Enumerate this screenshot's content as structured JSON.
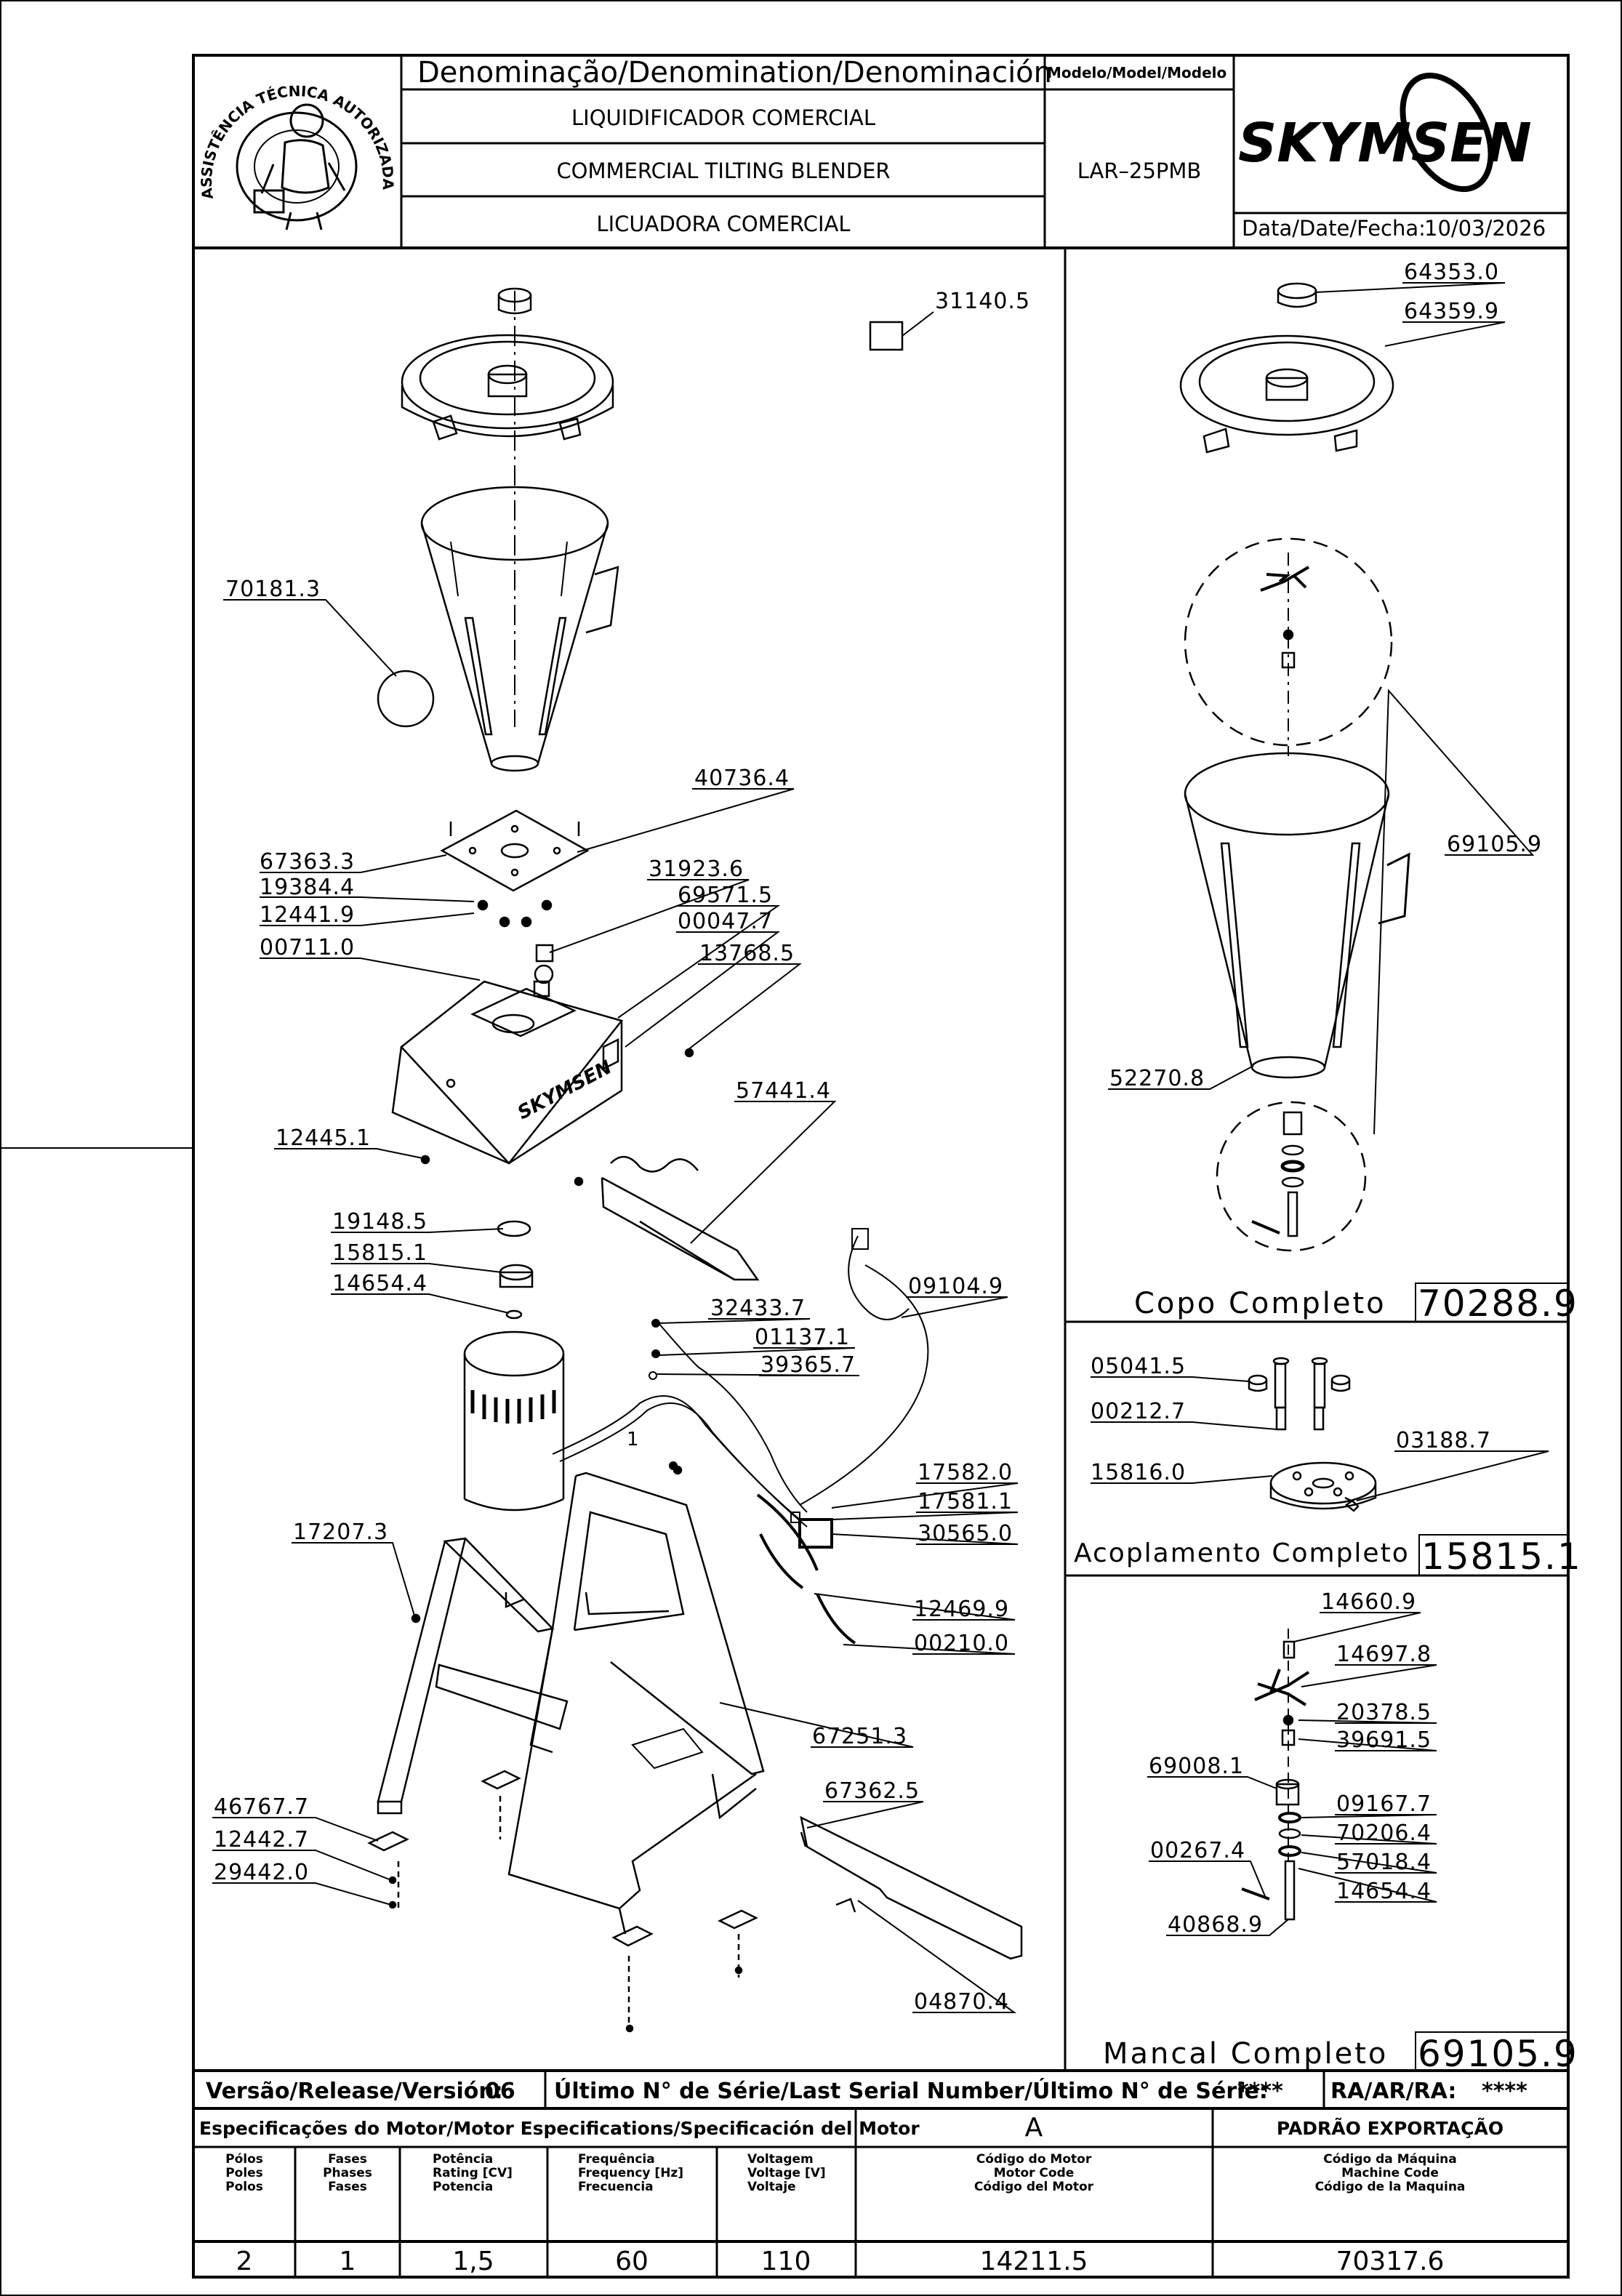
{
  "header": {
    "denomination_label": "Denominação/Denomination/Denominación",
    "model_label": "Modelo/Model/Modelo",
    "name_pt": "LIQUIDIFICADOR  COMERCIAL",
    "name_en": "COMMERCIAL  TILTING  BLENDER",
    "name_es": "LICUADORA  COMERCIAL",
    "model": "LAR–25PMB",
    "brand": "SKYMSEN",
    "date_label": "Data/Date/Fecha:",
    "date": "10/03/2026",
    "stamp_text": "ASSISTÊNCIA TÉCNICA AUTORIZADA"
  },
  "parts_main": [
    {
      "code": "31140.5"
    },
    {
      "code": "70181.3"
    },
    {
      "code": "40736.4"
    },
    {
      "code": "67363.3"
    },
    {
      "code": "19384.4"
    },
    {
      "code": "31923.6"
    },
    {
      "code": "12441.9"
    },
    {
      "code": "69571.5"
    },
    {
      "code": "00047.7"
    },
    {
      "code": "00711.0"
    },
    {
      "code": "13768.5"
    },
    {
      "code": "57441.4"
    },
    {
      "code": "12445.1"
    },
    {
      "code": "19148.5"
    },
    {
      "code": "15815.1"
    },
    {
      "code": "14654.4"
    },
    {
      "code": "09104.9"
    },
    {
      "code": "32433.7"
    },
    {
      "code": "01137.1"
    },
    {
      "code": "39365.7"
    },
    {
      "code": "17582.0"
    },
    {
      "code": "17581.1"
    },
    {
      "code": "30565.0"
    },
    {
      "code": "17207.3"
    },
    {
      "code": "12469.9"
    },
    {
      "code": "00210.0"
    },
    {
      "code": "67251.3"
    },
    {
      "code": "67362.5"
    },
    {
      "code": "46767.7"
    },
    {
      "code": "12442.7"
    },
    {
      "code": "29442.0"
    },
    {
      "code": "04870.4"
    }
  ],
  "wire_marker": "1",
  "copo": {
    "title": "Copo  Completo",
    "code": "70288.9",
    "parts": [
      "64353.0",
      "64359.9",
      "69105.9",
      "52270.8"
    ]
  },
  "acoplamento": {
    "title": "Acoplamento  Completo",
    "code": "15815.1",
    "parts": [
      "05041.5",
      "00212.7",
      "03188.7",
      "15816.0"
    ]
  },
  "mancal": {
    "title": "Mancal  Completo",
    "code": "69105.9",
    "parts": [
      "14660.9",
      "14697.8",
      "20378.5",
      "39691.5",
      "69008.1",
      "09167.7",
      "70206.4",
      "00267.4",
      "57018.4",
      "14654.4",
      "40868.9"
    ]
  },
  "footer": {
    "release_label": "Versão/Release/Versión:",
    "release": "06",
    "serial_label": "Último N° de Série/Last Serial Number/Último N° de Série:",
    "serial": "****",
    "ra_label": "RA/AR/RA:",
    "ra": "****",
    "motor_spec_label": "Especificações do Motor/Motor Especifications/Specificación del Motor",
    "revision": "A",
    "standard": "PADRÃO EXPORTAÇÃO",
    "col_poles": [
      "Pólos",
      "Poles",
      "Polos"
    ],
    "col_phases": [
      "Fases",
      "Phases",
      "Fases"
    ],
    "col_power": [
      "Potência",
      "Rating [CV]",
      "Potencia"
    ],
    "col_freq": [
      "Frequência",
      "Frequency [Hz]",
      "Frecuencia"
    ],
    "col_volt": [
      "Voltagem",
      "Voltage [V]",
      "Voltaje"
    ],
    "col_motor": [
      "Código do Motor",
      "Motor Code",
      "Código del Motor"
    ],
    "col_machine": [
      "Código da Máquina",
      "Machine Code",
      "Código de la Maquina"
    ],
    "poles": "2",
    "phases": "1",
    "power": "1,5",
    "frequency": "60",
    "voltage": "110",
    "motor_code": "14211.5",
    "machine_code": "70317.6"
  }
}
